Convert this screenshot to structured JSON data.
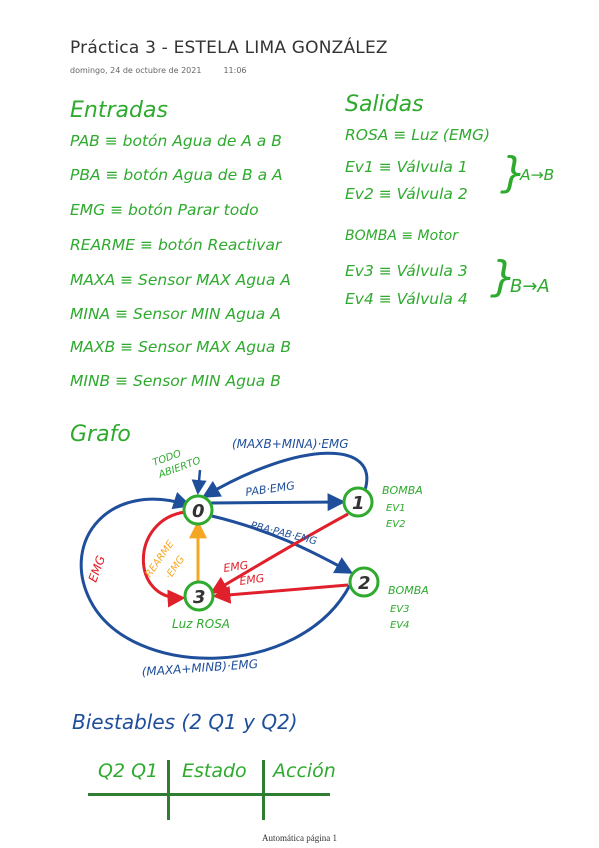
{
  "page": {
    "title": "Práctica 3 - ESTELA LIMA GONZÁLEZ",
    "date": "domingo, 24 de octubre de 2021",
    "time": "11:06",
    "footer": "Automática página 1"
  },
  "entradas": {
    "heading": "Entradas",
    "items": [
      "PAB ≡ botón Agua de A a B",
      "PBA ≡ botón Agua de B a A",
      "EMG ≡ botón Parar todo",
      "REARME ≡ botón Reactivar",
      "MAXA ≡ Sensor MAX Agua A",
      "MINA ≡ Sensor MIN Agua A",
      "MAXB ≡ Sensor MAX Agua B",
      "MINB ≡ Sensor MIN Agua B"
    ]
  },
  "salidas": {
    "heading": "Salidas",
    "rosa": "ROSA ≡ Luz (EMG)",
    "ev1": "Ev1 ≡ Válvula 1",
    "ev2": "Ev2 ≡ Válvula 2",
    "group1": "A→B",
    "bomba": "BOMBA ≡ Motor",
    "ev3": "Ev3 ≡ Válvula 3",
    "ev4": "Ev4 ≡ Válvula 4",
    "group2": "B→A"
  },
  "grafo": {
    "heading": "Grafo",
    "initial_label_1": "TODO",
    "initial_label_2": "ABIERTO",
    "top_expr": "(MAXB+MINA)·EMG",
    "bottom_expr": "(MAXA+MINB)·EMG",
    "pab": "PAB·EMG",
    "pba": "PBA·PAB·EMG",
    "rearme_1": "REARME",
    "rearme_2": "·EMG",
    "emg_left": "EMG",
    "emg_1": "EMG",
    "emg_2": "EMG",
    "state0": "0",
    "state1": "1",
    "state2": "2",
    "state3": "3",
    "s1_out1": "BOMBA",
    "s1_out2": "EV1",
    "s1_out3": "EV2",
    "s2_out1": "BOMBA",
    "s2_out2": "EV3",
    "s2_out3": "EV4",
    "s3_out": "Luz ROSA",
    "colors": {
      "blue": "#1f4e9a",
      "green": "#2eaa2e",
      "red": "#e0202a",
      "orange": "#f5a623"
    }
  },
  "biestables": {
    "heading": "Biestables (2 Q1 y Q2)",
    "col_q": "Q2 Q1",
    "col_estado": "Estado",
    "col_accion": "Acción"
  }
}
